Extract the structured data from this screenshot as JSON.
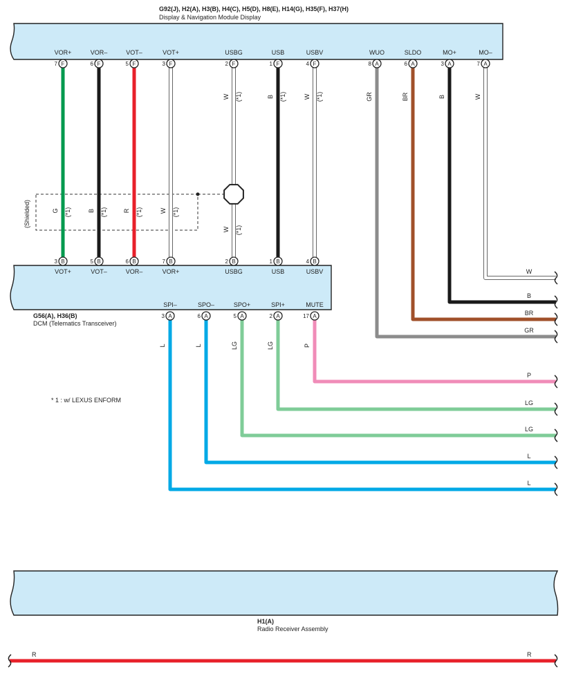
{
  "top_component": {
    "codes": "G92(J), H2(A), H3(B), H4(C), H5(D), H8(E), H14(G), H35(F), H37(H)",
    "name": "Display & Navigation Module Display",
    "pins": [
      {
        "label": "VOR+",
        "num": "7",
        "conn": "F",
        "color": "G",
        "hex": "#009a4e",
        "note": "(*1)"
      },
      {
        "label": "VOR–",
        "num": "6",
        "conn": "F",
        "color": "B",
        "hex": "#1a1a1a",
        "note": "(*1)"
      },
      {
        "label": "VOT–",
        "num": "5",
        "conn": "F",
        "color": "R",
        "hex": "#e8202a",
        "note": "(*1)"
      },
      {
        "label": "VOT+",
        "num": "3",
        "conn": "F",
        "color": "W",
        "hex": "#ffffff",
        "note": "(*1)"
      },
      {
        "label": "USBG",
        "num": "2",
        "conn": "F",
        "color": "W",
        "hex": "#ffffff",
        "note": "(*1)"
      },
      {
        "label": "USB",
        "num": "1",
        "conn": "F",
        "color": "B",
        "hex": "#1a1a1a",
        "note": "(*1)"
      },
      {
        "label": "USBV",
        "num": "4",
        "conn": "F",
        "color": "W",
        "hex": "#ffffff",
        "note": "(*1)"
      },
      {
        "label": "WUO",
        "num": "8",
        "conn": "A",
        "color": "GR",
        "hex": "#8c8c8c"
      },
      {
        "label": "SLDO",
        "num": "6",
        "conn": "A",
        "color": "BR",
        "hex": "#a0502a"
      },
      {
        "label": "MO+",
        "num": "3",
        "conn": "A",
        "color": "B",
        "hex": "#1a1a1a"
      },
      {
        "label": "MO–",
        "num": "7",
        "conn": "A",
        "color": "W",
        "hex": "#ffffff"
      }
    ]
  },
  "dcm": {
    "codes": "G56(A), H36(B)",
    "name": "DCM (Telematics Transceiver)",
    "top_pins": [
      {
        "label": "VOT+",
        "num": "3",
        "conn": "B"
      },
      {
        "label": "VOT–",
        "num": "5",
        "conn": "B"
      },
      {
        "label": "VOR–",
        "num": "6",
        "conn": "B"
      },
      {
        "label": "VOR+",
        "num": "7",
        "conn": "B"
      },
      {
        "label": "USBG",
        "num": "2",
        "conn": "B"
      },
      {
        "label": "USB",
        "num": "1",
        "conn": "B"
      },
      {
        "label": "USBV",
        "num": "4",
        "conn": "B"
      }
    ],
    "bottom_pins": [
      {
        "label": "SPI–",
        "num": "3",
        "conn": "A",
        "color": "L",
        "hex": "#00a9e6"
      },
      {
        "label": "SPO–",
        "num": "6",
        "conn": "A",
        "color": "L",
        "hex": "#00a9e6"
      },
      {
        "label": "SPO+",
        "num": "5",
        "conn": "A",
        "color": "LG",
        "hex": "#7fcc98"
      },
      {
        "label": "SPI+",
        "num": "2",
        "conn": "A",
        "color": "LG",
        "hex": "#7fcc98"
      },
      {
        "label": "MUTE",
        "num": "17",
        "conn": "A",
        "color": "P",
        "hex": "#f08cb8"
      }
    ]
  },
  "shield": {
    "label": "(Shielded)",
    "lower_usbg_color": "W",
    "lower_usbg_note": "(*1)"
  },
  "right_exits": [
    "W",
    "B",
    "BR",
    "GR",
    "P",
    "LG",
    "LG",
    "L",
    "L"
  ],
  "footnote": "* 1 : w/ LEXUS ENFORM",
  "radio": {
    "code": "H1(A)",
    "name": "Radio Receiver Assembly"
  },
  "bottom_wire": {
    "left_label": "R",
    "right_label": "R",
    "hex": "#e8202a"
  },
  "colors": {
    "component_fill": "#cdeaf8",
    "shield_dash": "#333333"
  }
}
